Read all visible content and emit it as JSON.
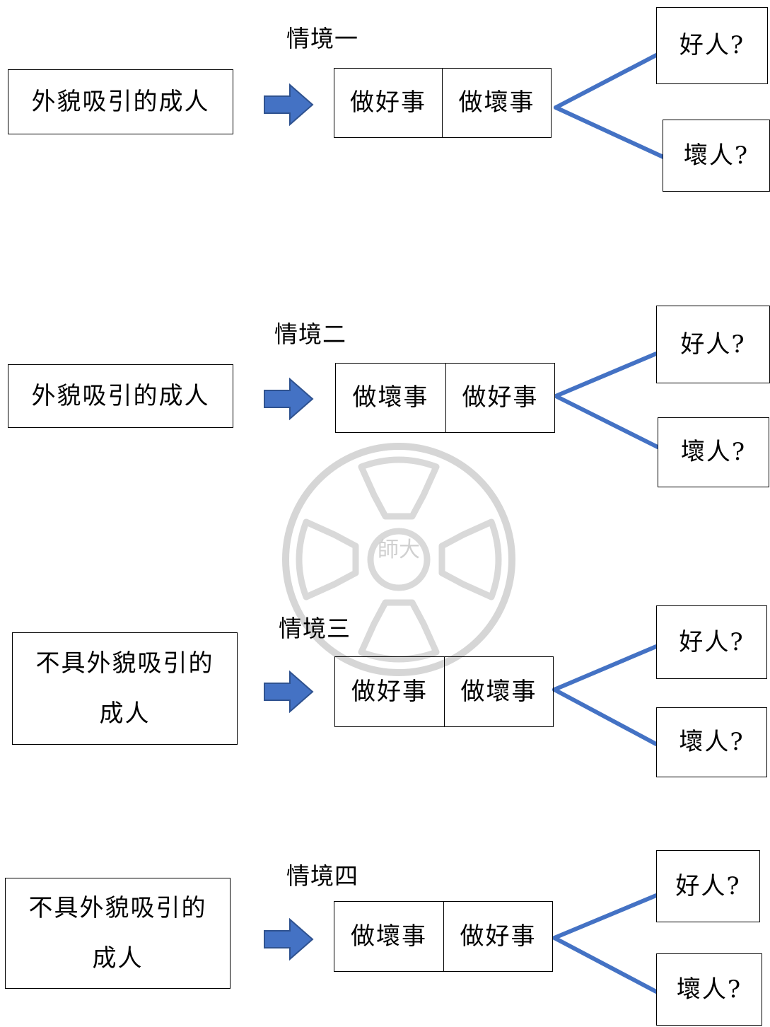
{
  "watermark": {
    "text": "師大",
    "color": "#c9c9c9"
  },
  "colors": {
    "line": "#4472C4",
    "arrow": "#4472C4",
    "arrow_outline": "#2F528F",
    "box_border": "#000000",
    "text": "#000000"
  },
  "scenarios": [
    {
      "label": "情境一",
      "subject": [
        "外貌吸引的成人"
      ],
      "actions": [
        "做好事",
        "做壞事"
      ],
      "outcomes": [
        "好人?",
        "壞人?"
      ]
    },
    {
      "label": "情境二",
      "subject": [
        "外貌吸引的成人"
      ],
      "actions": [
        "做壞事",
        "做好事"
      ],
      "outcomes": [
        "好人?",
        "壞人?"
      ]
    },
    {
      "label": "情境三",
      "subject": [
        "不具外貌吸引的",
        "成人"
      ],
      "actions": [
        "做好事",
        "做壞事"
      ],
      "outcomes": [
        "好人?",
        "壞人?"
      ]
    },
    {
      "label": "情境四",
      "subject": [
        "不具外貌吸引的",
        "成人"
      ],
      "actions": [
        "做壞事",
        "做好事"
      ],
      "outcomes": [
        "好人?",
        "壞人?"
      ]
    }
  ]
}
